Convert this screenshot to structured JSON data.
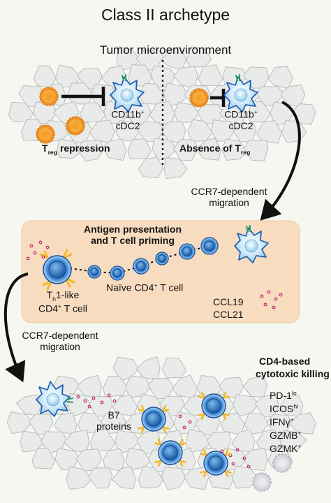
{
  "title": "Class II archetype",
  "tumor": {
    "heading": "Tumor microenvironment",
    "left_dc_label_line1": "CD11b",
    "left_dc_label_sup": "+",
    "left_dc_label_line2": "cDC2",
    "treg_main": "T",
    "treg_sub": "reg",
    "treg_suffix": "repression",
    "right_dc_label_line1": "CD11b",
    "right_dc_label_sup": "+",
    "right_dc_label_line2": "cDC2",
    "absence_prefix": "Absence of T",
    "absence_sub": "reg"
  },
  "migration_top": {
    "line1": "CCR7-dependent",
    "line2": "migration"
  },
  "lymph": {
    "heading_line1": "Antigen presentation",
    "heading_line2": "and T cell priming",
    "th1_t": "T",
    "th1_sub": "h",
    "th1_suffix": "1-like",
    "th1_line2_prefix": "CD4",
    "th1_line2_sup": "+",
    "th1_line2_suffix": " T cell",
    "naive_prefix": "Naïve CD4",
    "naive_sup": "+",
    "naive_suffix": " T cell",
    "ccl19": "CCL19",
    "ccl21": "CCL21"
  },
  "migration_bottom": {
    "line1": "CCR7-dependent",
    "line2": "migration"
  },
  "bottom": {
    "killing_line1": "CD4-based",
    "killing_line2": "cytotoxic killing",
    "b7_line1": "B7",
    "b7_line2": "proteins",
    "markers": [
      {
        "name": "PD-1",
        "sup": "lo"
      },
      {
        "name": "ICOS",
        "sup": "hi"
      },
      {
        "name": "IFNγ",
        "sup": "+"
      },
      {
        "name": "GZMB",
        "sup": "+"
      },
      {
        "name": "GZMK",
        "sup": "+"
      }
    ]
  },
  "colors": {
    "cell_fill": "#e9ebea",
    "cell_stroke": "#b9bdbc",
    "lymph_fill": "#f8dcc0",
    "treg_orange": "#f2931b",
    "tcell_blue": "#1f6fc0",
    "dc_light": "#c6e4f6",
    "receptor_yellow": "#f4b82c",
    "chemokine_pink": "#c8337a"
  }
}
